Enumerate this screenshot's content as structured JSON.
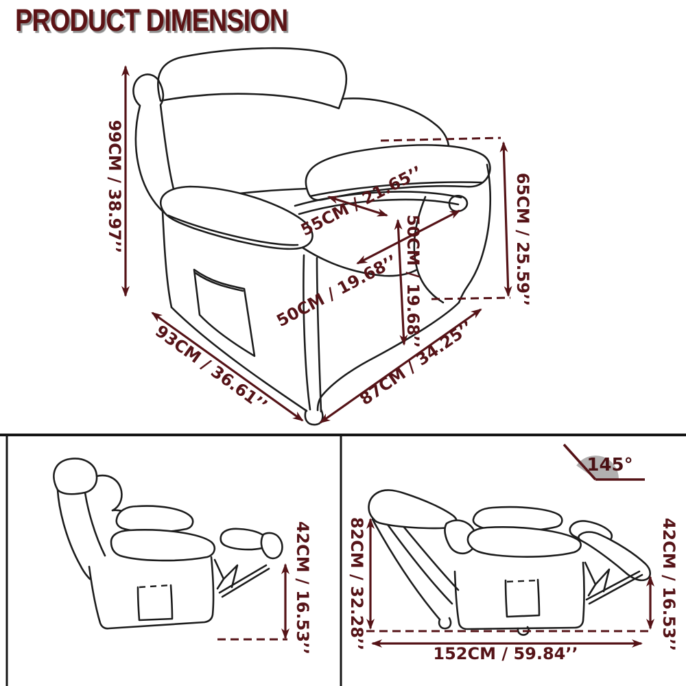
{
  "title": "PRODUCT DIMENSION",
  "colors": {
    "accent": "#551317",
    "title": "#5c1315",
    "title_shadow": "#8f8f8f",
    "line_art": "#1c1c1c",
    "angle_arc_fill": "#b2b0b0"
  },
  "views": {
    "front": {
      "name": "front-three-quarter-view",
      "dims": {
        "height": "99CM / 38.97’’",
        "seat_width": "55CM / 21.65’’",
        "seat_depth": "50CM / 19.68’’",
        "seat_height": "50CM / 19.68’’",
        "arm_height": "65CM / 25.59’’",
        "depth": "93CM / 36.61’’",
        "width": "87CM / 34.25’’"
      }
    },
    "side": {
      "name": "side-view-footrest-extended",
      "dims": {
        "footrest_height": "42CM / 16.53’’"
      }
    },
    "reclined": {
      "name": "side-view-fully-reclined",
      "angle": "145°",
      "dims": {
        "back_height": "82CM / 32.28’’",
        "footrest_height": "42CM / 16.53’’",
        "total_length": "152CM / 59.84’’"
      }
    }
  }
}
